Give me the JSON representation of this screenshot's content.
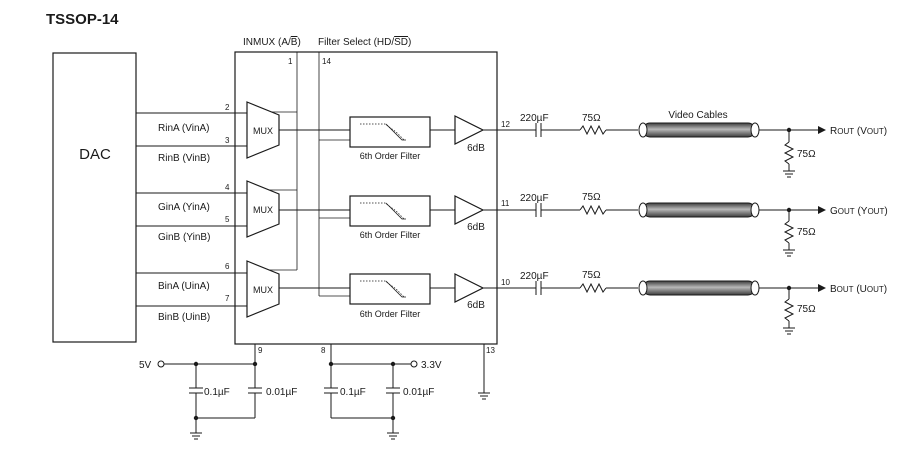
{
  "package_title": "TSSOP-14",
  "dac_label": "DAC",
  "header": {
    "inmux": "INMUX (A/B)",
    "filter_select": "Filter Select (HD/SD)"
  },
  "mux_label": "MUX",
  "filter_label": "6th Order Filter",
  "amp_label": "6dB",
  "cap_label": "220µF",
  "res_label": "75Ω",
  "cables_label": "Video Cables",
  "pins": {
    "p1": "1",
    "p2": "2",
    "p3": "3",
    "p4": "4",
    "p5": "5",
    "p6": "6",
    "p7": "7",
    "p8": "8",
    "p9": "9",
    "p10": "10",
    "p11": "11",
    "p12": "12",
    "p13": "13",
    "p14": "14"
  },
  "channels": [
    {
      "in_a": "RinA (VinA)",
      "in_b": "RinB (VinB)",
      "out_main": "R",
      "out_sub": "OUT",
      "out_paren": "(V",
      "out_paren_sub": "OUT",
      "out_close": ")"
    },
    {
      "in_a": "GinA (YinA)",
      "in_b": "GinB (YinB)",
      "out_main": "G",
      "out_sub": "OUT",
      "out_paren": "(Y",
      "out_paren_sub": "OUT",
      "out_close": ")"
    },
    {
      "in_a": "BinA (UinA)",
      "in_b": "BinB (UinB)",
      "out_main": "B",
      "out_sub": "OUT",
      "out_paren": "(U",
      "out_paren_sub": "OUT",
      "out_close": ")"
    }
  ],
  "supply": {
    "v5": "5V",
    "v33": "3.3V",
    "c1": "0.1µF",
    "c2": "0.01µF",
    "c3": "0.1µF",
    "c4": "0.01µF"
  }
}
